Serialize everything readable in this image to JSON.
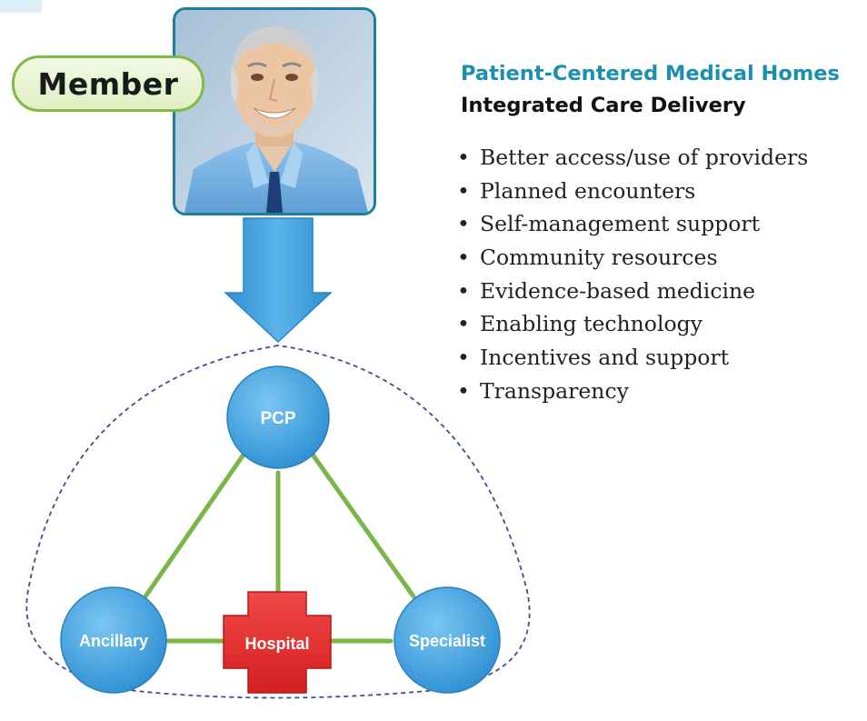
{
  "member_label": "Member",
  "heading": {
    "line1": "Patient-Centered Medical Homes",
    "line2": "Integrated Care Delivery"
  },
  "bullets": [
    "Better access/use of providers",
    "Planned encounters",
    "Self-management support",
    "Community resources",
    "Evidence-based medicine",
    "Enabling technology",
    "Incentives and support",
    "Transparency"
  ],
  "nodes": {
    "pcp": "PCP",
    "ancillary": "Ancillary",
    "hospital": "Hospital",
    "specialist": "Specialist"
  },
  "colors": {
    "accent": "#1b8fb2",
    "connector": "#7ab648",
    "node": "#3a9fdc",
    "hospital": "#e22a2a",
    "member_border": "#7dbb44"
  },
  "icons": {
    "arrow": "down-arrow-icon",
    "hospital": "red-cross-icon"
  }
}
